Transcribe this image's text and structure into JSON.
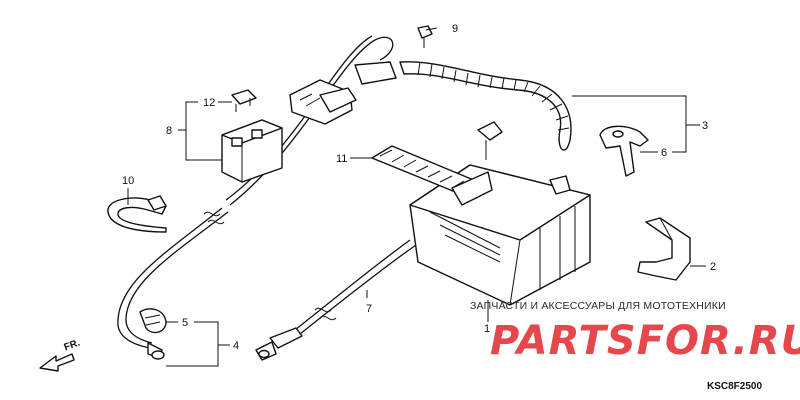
{
  "callouts": {
    "c1": "1",
    "c2": "2",
    "c3": "3",
    "c4": "4",
    "c5": "5",
    "c6": "6",
    "c7": "7",
    "c8": "8",
    "c9": "9",
    "c10": "10",
    "c11": "11",
    "c12": "12"
  },
  "direction_label": "FR.",
  "watermark": {
    "caption": "ЗАПЧАСТИ И АКСЕССУАРЫ ДЛЯ МОТОТЕХНИКИ",
    "logo": "PARTSFOR.RU",
    "logo_color": "#e3383d"
  },
  "diagram_code": "KSC8F2500"
}
